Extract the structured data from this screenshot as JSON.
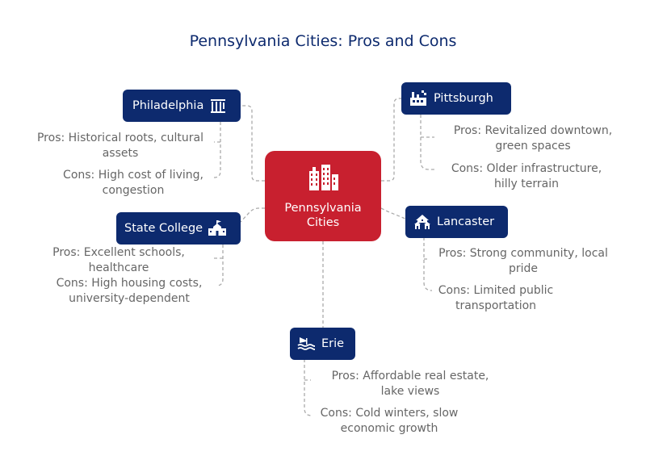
{
  "title": "Pennsylvania Cities: Pros and Cons",
  "center": {
    "line1": "Pennsylvania",
    "line2": "Cities",
    "icon": "city-buildings-icon"
  },
  "colors": {
    "center": "#c8202f",
    "city": "#0d2a6e",
    "title": "#0d2a6e",
    "text": "#666666",
    "link": "#aaaaaa"
  },
  "cities": {
    "philadelphia": {
      "name": "Philadelphia",
      "icon": "landmark-icon",
      "pros": [
        "Pros: Historical roots, cultural",
        "assets"
      ],
      "cons": [
        "Cons: High cost of living,",
        "congestion"
      ]
    },
    "pittsburgh": {
      "name": "Pittsburgh",
      "icon": "factory-icon",
      "pros": [
        "Pros: Revitalized downtown,",
        "green spaces"
      ],
      "cons": [
        "Cons: Older infrastructure,",
        "hilly terrain"
      ]
    },
    "state_college": {
      "name": "State College",
      "icon": "school-icon",
      "pros": [
        "Pros: Excellent schools,",
        "healthcare"
      ],
      "cons": [
        "Cons: High housing costs,",
        "university-dependent"
      ]
    },
    "lancaster": {
      "name": "Lancaster",
      "icon": "community-icon",
      "pros": [
        "Pros: Strong community, local",
        "pride"
      ],
      "cons": [
        "Cons: Limited public",
        "transportation"
      ]
    },
    "erie": {
      "name": "Erie",
      "icon": "lake-icon",
      "pros": [
        "Pros: Affordable real estate,",
        "lake views"
      ],
      "cons": [
        "Cons: Cold winters, slow",
        "economic growth"
      ]
    }
  }
}
